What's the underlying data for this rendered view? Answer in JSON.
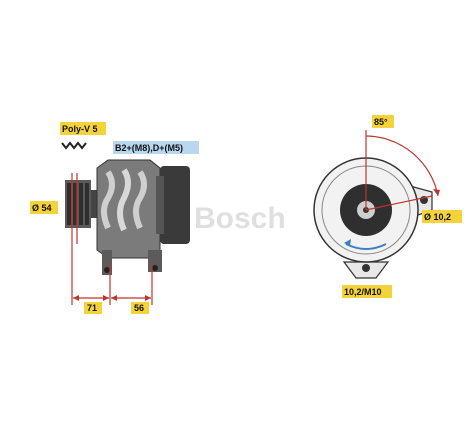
{
  "labels": {
    "belt": "Poly-V 5",
    "terminals": "B2+(M8),D+(M5)",
    "pulley_diameter": "Ø 54",
    "length_a": "71",
    "length_b": "56",
    "angle": "85°",
    "hole_diameter": "Ø 10,2",
    "mount_thread": "10,2/M10"
  },
  "watermark": {
    "symbol": "©",
    "text": "Bosch"
  },
  "icons": [
    "belt-groove-icon",
    "rotation-arrow-icon"
  ],
  "colors": {
    "tag_yellow": "#f3d23a",
    "tag_blue": "#b9d7ee",
    "dimension_red": "#c0352b",
    "rotation_blue": "#3b7fc4",
    "body_grey": "#7b7b7b",
    "dark_grey": "#3a3a3a"
  }
}
